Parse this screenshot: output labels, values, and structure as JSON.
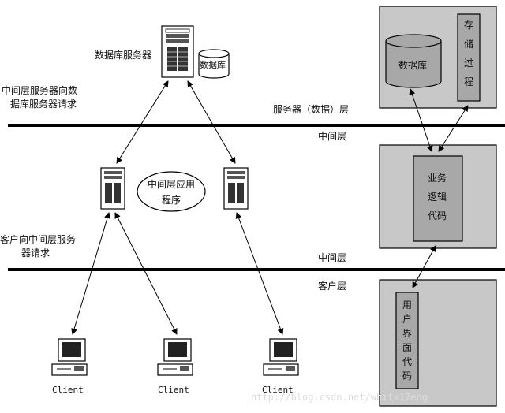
{
  "labels": {
    "db_server": "数据库服务器",
    "db_tag": "数据库",
    "mid_to_db_line1": "中间层服务器向数",
    "mid_to_db_line2": "据库服务器请求",
    "server_layer": "服务器（数据）层",
    "middle_layer_top": "中间层",
    "middle_app_line1": "中间层应用",
    "middle_app_line2": "程序",
    "client_to_mid_line1": "客户向中间层服务",
    "client_to_mid_line2": "器请求",
    "middle_layer_bottom": "中间层",
    "client_layer": "客户层",
    "client": "Client"
  },
  "panels": {
    "database": "数据库",
    "stored_proc": [
      "存",
      "储",
      "过",
      "程"
    ],
    "business_logic": [
      "业务",
      "逻辑",
      "代码"
    ],
    "ui_code": [
      "用",
      "户",
      "界",
      "面",
      "代",
      "码"
    ]
  },
  "watermark": "http://blog.csdn.net/whitk17eng",
  "colors": {
    "panel_fill": "#c8c8c8",
    "inner_fill": "#a8a8a8",
    "line": "#000000"
  }
}
